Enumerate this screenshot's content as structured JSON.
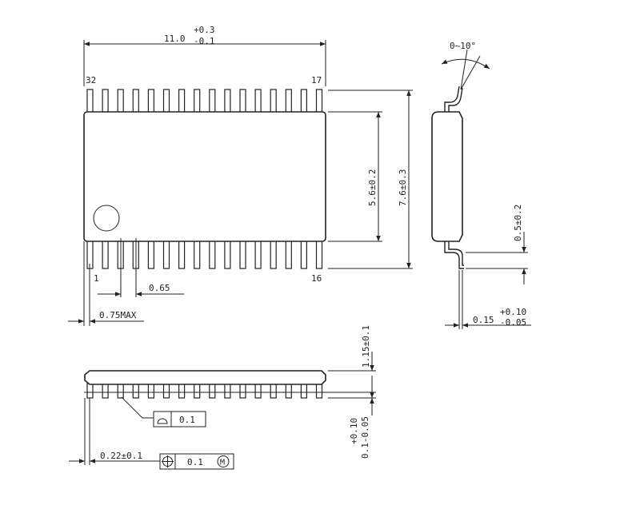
{
  "labels": {
    "length_main": "11.0",
    "length_plus": "+0.3",
    "length_minus": "-0.1",
    "pin32": "32",
    "pin17": "17",
    "pin1": "1",
    "pin16": "16",
    "pitch": "0.65",
    "offset_max": "0.75MAX",
    "body_width": "5.6±0.2",
    "total_width": "7.6±0.3",
    "angle": "0~10°",
    "foot_height": "0.5±0.2",
    "lead_thk_main": "0.15",
    "lead_thk_plus": "+0.10",
    "lead_thk_minus": "-0.05",
    "height": "1.15±0.1",
    "standoff_a": "+0.10",
    "standoff_b": "0.1-0.05",
    "lead_width": "0.22±0.1",
    "flatness_value": "0.1",
    "position_value": "0.1",
    "position_modifier": "M"
  },
  "pins_per_side": 16
}
